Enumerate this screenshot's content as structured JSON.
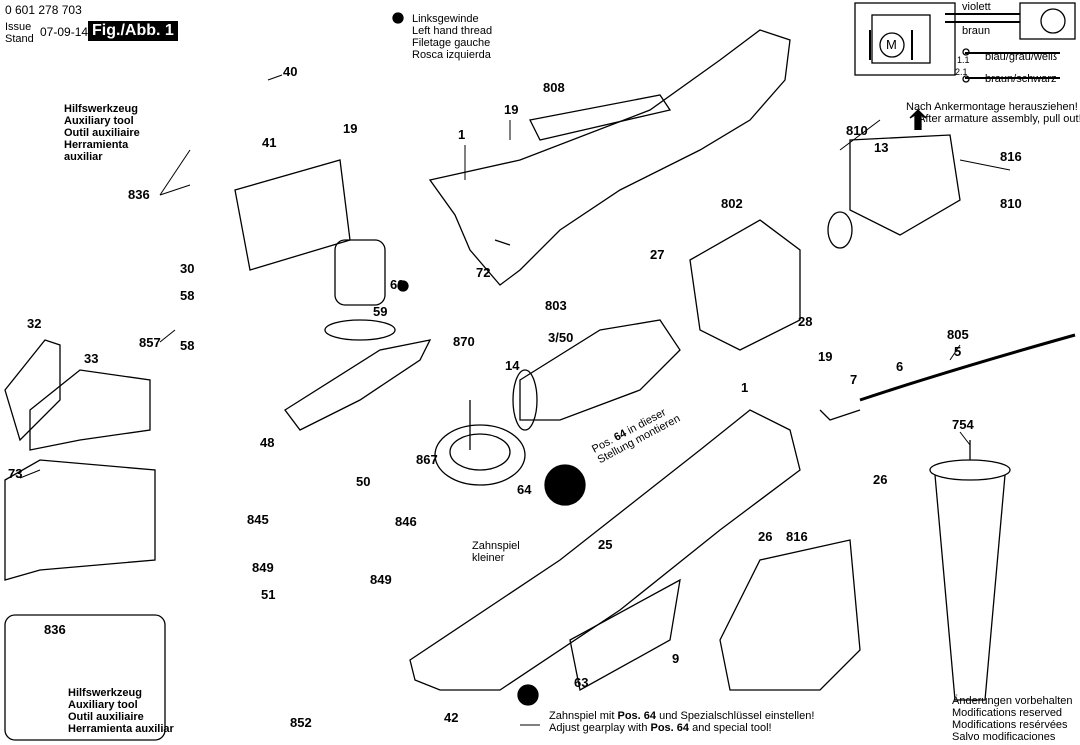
{
  "header": {
    "part_number": "0 601 278 703",
    "issue_label": "Issue",
    "stand_label": "Stand",
    "date": "07-09-14",
    "figure": "Fig./Abb. 1"
  },
  "legend_left_hand_thread": {
    "icon": "star-circle-icon",
    "lines": [
      "Linksgewinde",
      "Left hand thread",
      "Filetage gauche",
      "Rosca izquierda"
    ]
  },
  "auxiliary_tool_top": [
    "Hilfswerkzeug",
    "Auxiliary tool",
    "Outil auxiliaire",
    "Herramienta",
    "auxiliar"
  ],
  "auxiliary_tool_bottom": [
    "Hilfswerkzeug",
    "Auxiliary tool",
    "Outil auxiliaire",
    "Herramienta auxiliar"
  ],
  "wiring": {
    "motor": "M",
    "wires": [
      "violett",
      "braun",
      "blau/grau/weiß",
      "braun/schwarz"
    ],
    "switch_labels": [
      "1.1",
      "2.1"
    ]
  },
  "notes": {
    "pull_out": [
      "Nach Ankermontage herausziehen!",
      "After armature assembly, pull out!"
    ],
    "pos64_prefix": "Pos.",
    "pos64_num": "64",
    "pos64_line1_suffix": "in dieser",
    "pos64_line2": "Stellung montieren",
    "gearplay_smaller": [
      "Zahnspiel",
      "kleiner"
    ],
    "adjust_de": [
      "Zahnspiel mit ",
      "Pos. 64",
      " und Spezialschlüssel einstellen!"
    ],
    "adjust_en": [
      "Adjust gearplay with ",
      "Pos. 64",
      " and special tool!"
    ],
    "modifications": [
      "Änderungen vorbehalten",
      "Modifications reserved",
      "Modifications resérvées",
      "Salvo modificaciones"
    ]
  },
  "part_labels": [
    "40",
    "19",
    "41",
    "836",
    "30",
    "19",
    "808",
    "1",
    "72",
    "60",
    "58",
    "58",
    "857",
    "59",
    "870",
    "32",
    "33",
    "73",
    "48",
    "50",
    "845",
    "846",
    "849",
    "849",
    "51",
    "836",
    "852",
    "42",
    "9",
    "63",
    "64",
    "25",
    "26",
    "816",
    "26",
    "754",
    "805",
    "5",
    "6",
    "19",
    "7",
    "1",
    "867",
    "14",
    "803",
    "3/50",
    "27",
    "802",
    "28",
    "810",
    "13",
    "816",
    "810"
  ]
}
